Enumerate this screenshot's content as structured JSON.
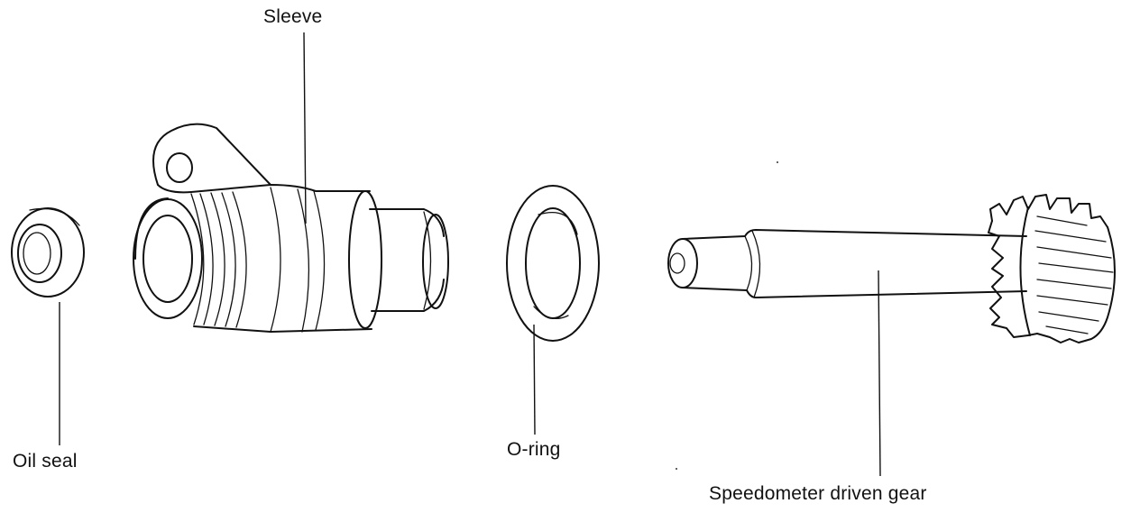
{
  "labels": {
    "sleeve": "Sleeve",
    "oil_seal": "Oil seal",
    "o_ring": "O-ring",
    "speedometer_driven_gear": "Speedometer driven gear"
  }
}
